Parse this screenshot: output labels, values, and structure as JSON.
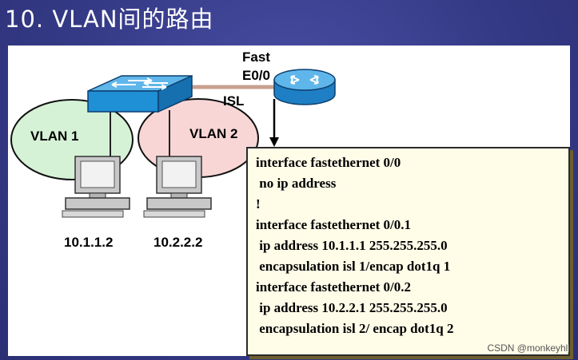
{
  "title": "10. VLAN间的路由",
  "diagram": {
    "vlan1_label": "VLAN 1",
    "vlan2_label": "VLAN 2",
    "host1_ip": "10.1.1.2",
    "host2_ip": "10.2.2.2",
    "router_interface_line1": "Fast",
    "router_interface_line2": "E0/0",
    "trunk_label": "ISL"
  },
  "config": {
    "lines": [
      "interface fastethernet 0/0",
      " no ip address",
      "!",
      "interface fastethernet 0/0.1",
      " ip address 10.1.1.1 255.255.255.0",
      " encapsulation isl 1/encap dot1q 1",
      "interface fastethernet 0/0.2",
      " ip address 10.2.2.1 255.255.255.0",
      " encapsulation isl 2/ encap dot1q 2"
    ]
  },
  "watermark": "CSDN @monkeyhlj",
  "colors": {
    "vlan1_fill": "#d6f2d6",
    "vlan2_fill": "#f8d6d6",
    "switch_blue": "#1f8fd6",
    "router_blue": "#2a8fd6",
    "link_color": "#c8a090"
  }
}
